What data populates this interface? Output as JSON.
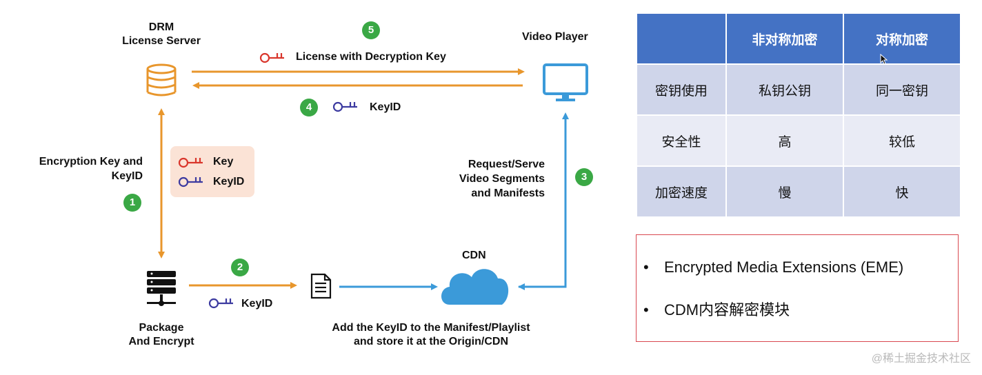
{
  "diagram": {
    "drm_server": {
      "label_line1": "DRM",
      "label_line2": "License Server"
    },
    "video_player": {
      "label": "Video Player"
    },
    "packager": {
      "label_line1": "Package",
      "label_line2": "And Encrypt"
    },
    "cdn": {
      "label": "CDN"
    },
    "steps": {
      "s1": "1",
      "s2": "2",
      "s3": "3",
      "s4": "4",
      "s5": "5"
    },
    "license_label": "License with Decryption Key",
    "keyid_label": "KeyID",
    "encryption_key_line1": "Encryption Key and",
    "encryption_key_line2": "KeyID",
    "keybox": {
      "key": "Key",
      "keyid": "KeyID"
    },
    "request_line1": "Request/Serve",
    "request_line2": "Video Segments",
    "request_line3": "and Manifests",
    "package_keyid": "KeyID",
    "manifest_line1": "Add the KeyID to the Manifest/Playlist",
    "manifest_line2": "and store it at the Origin/CDN",
    "colors": {
      "orange": "#e8962c",
      "blue": "#3b9ad9",
      "red_key": "#d9362c",
      "purple_key": "#3c3aa0",
      "green_step": "#3aa845"
    }
  },
  "comparison_table": {
    "headers": [
      "",
      "非对称加密",
      "对称加密"
    ],
    "rows": [
      [
        "密钥使用",
        "私钥公钥",
        "同一密钥"
      ],
      [
        "安全性",
        "高",
        "较低"
      ],
      [
        "加密速度",
        "慢",
        "快"
      ]
    ]
  },
  "notes": {
    "items": [
      "Encrypted Media Extensions (EME)",
      "CDM内容解密模块"
    ]
  },
  "watermark": "@稀土掘金技术社区"
}
